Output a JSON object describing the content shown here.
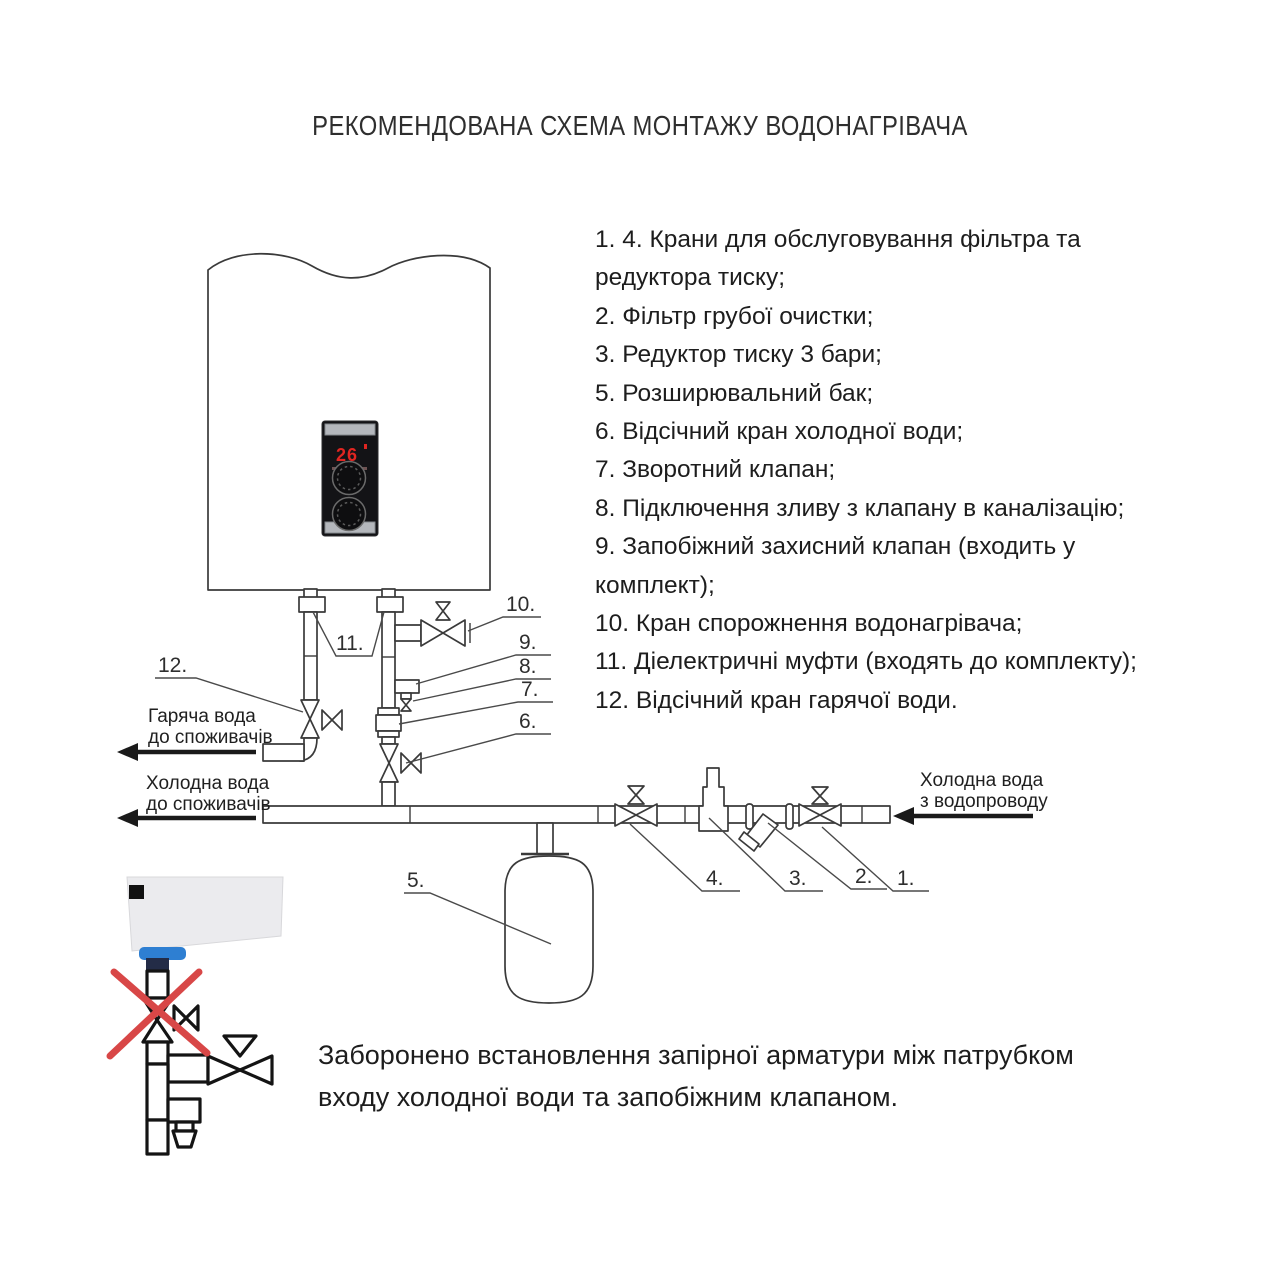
{
  "title": "РЕКОМЕНДОВАНА СХЕМА МОНТАЖУ ВОДОНАГРІВАЧА",
  "legend": {
    "lines": [
      "1. 4. Крани для обслуговування фільтра та",
      "редуктора тиску;",
      "2. Фільтр грубої очистки;",
      "3. Редуктор тиску 3 бари;",
      "5. Розширювальний бак;",
      "6. Відсічний кран холодної води;",
      "7. Зворотний клапан;",
      "8. Підключення зливу з клапану в каналізацію;",
      "9. Запобіжний захисний клапан (входить у",
      "комплект);",
      "10. Кран спорожнення водонагрівача;",
      "11. Діелектричні муфти (входять до комплекту);",
      "12. Відсічний кран гарячої води."
    ]
  },
  "diagram": {
    "display": {
      "temperature": "26"
    },
    "labels": {
      "n1": "1.",
      "n2": "2.",
      "n3": "3.",
      "n4": "4.",
      "n5": "5.",
      "n6": "6.",
      "n7": "7.",
      "n8": "8.",
      "n9": "9.",
      "n10": "10.",
      "n11": "11.",
      "n12": "12."
    },
    "flow_labels": {
      "hot_to_consumers": [
        "Гаряча вода",
        "до споживачів"
      ],
      "cold_to_consumers": [
        "Холодна вода",
        "до споживачів"
      ],
      "cold_from_supply": [
        "Холодна вода",
        "з водопроводу"
      ]
    }
  },
  "warning": {
    "line1": "Заборонено встановлення запірної арматури між патрубком",
    "line2": "входу холодної води та запобіжним клапаном."
  },
  "colors": {
    "display_digits": "#e02521",
    "prohibition_cross": "#d84747",
    "gasket_blue": "#2e7fd2",
    "diagram_lines": "#3a3a3a"
  }
}
